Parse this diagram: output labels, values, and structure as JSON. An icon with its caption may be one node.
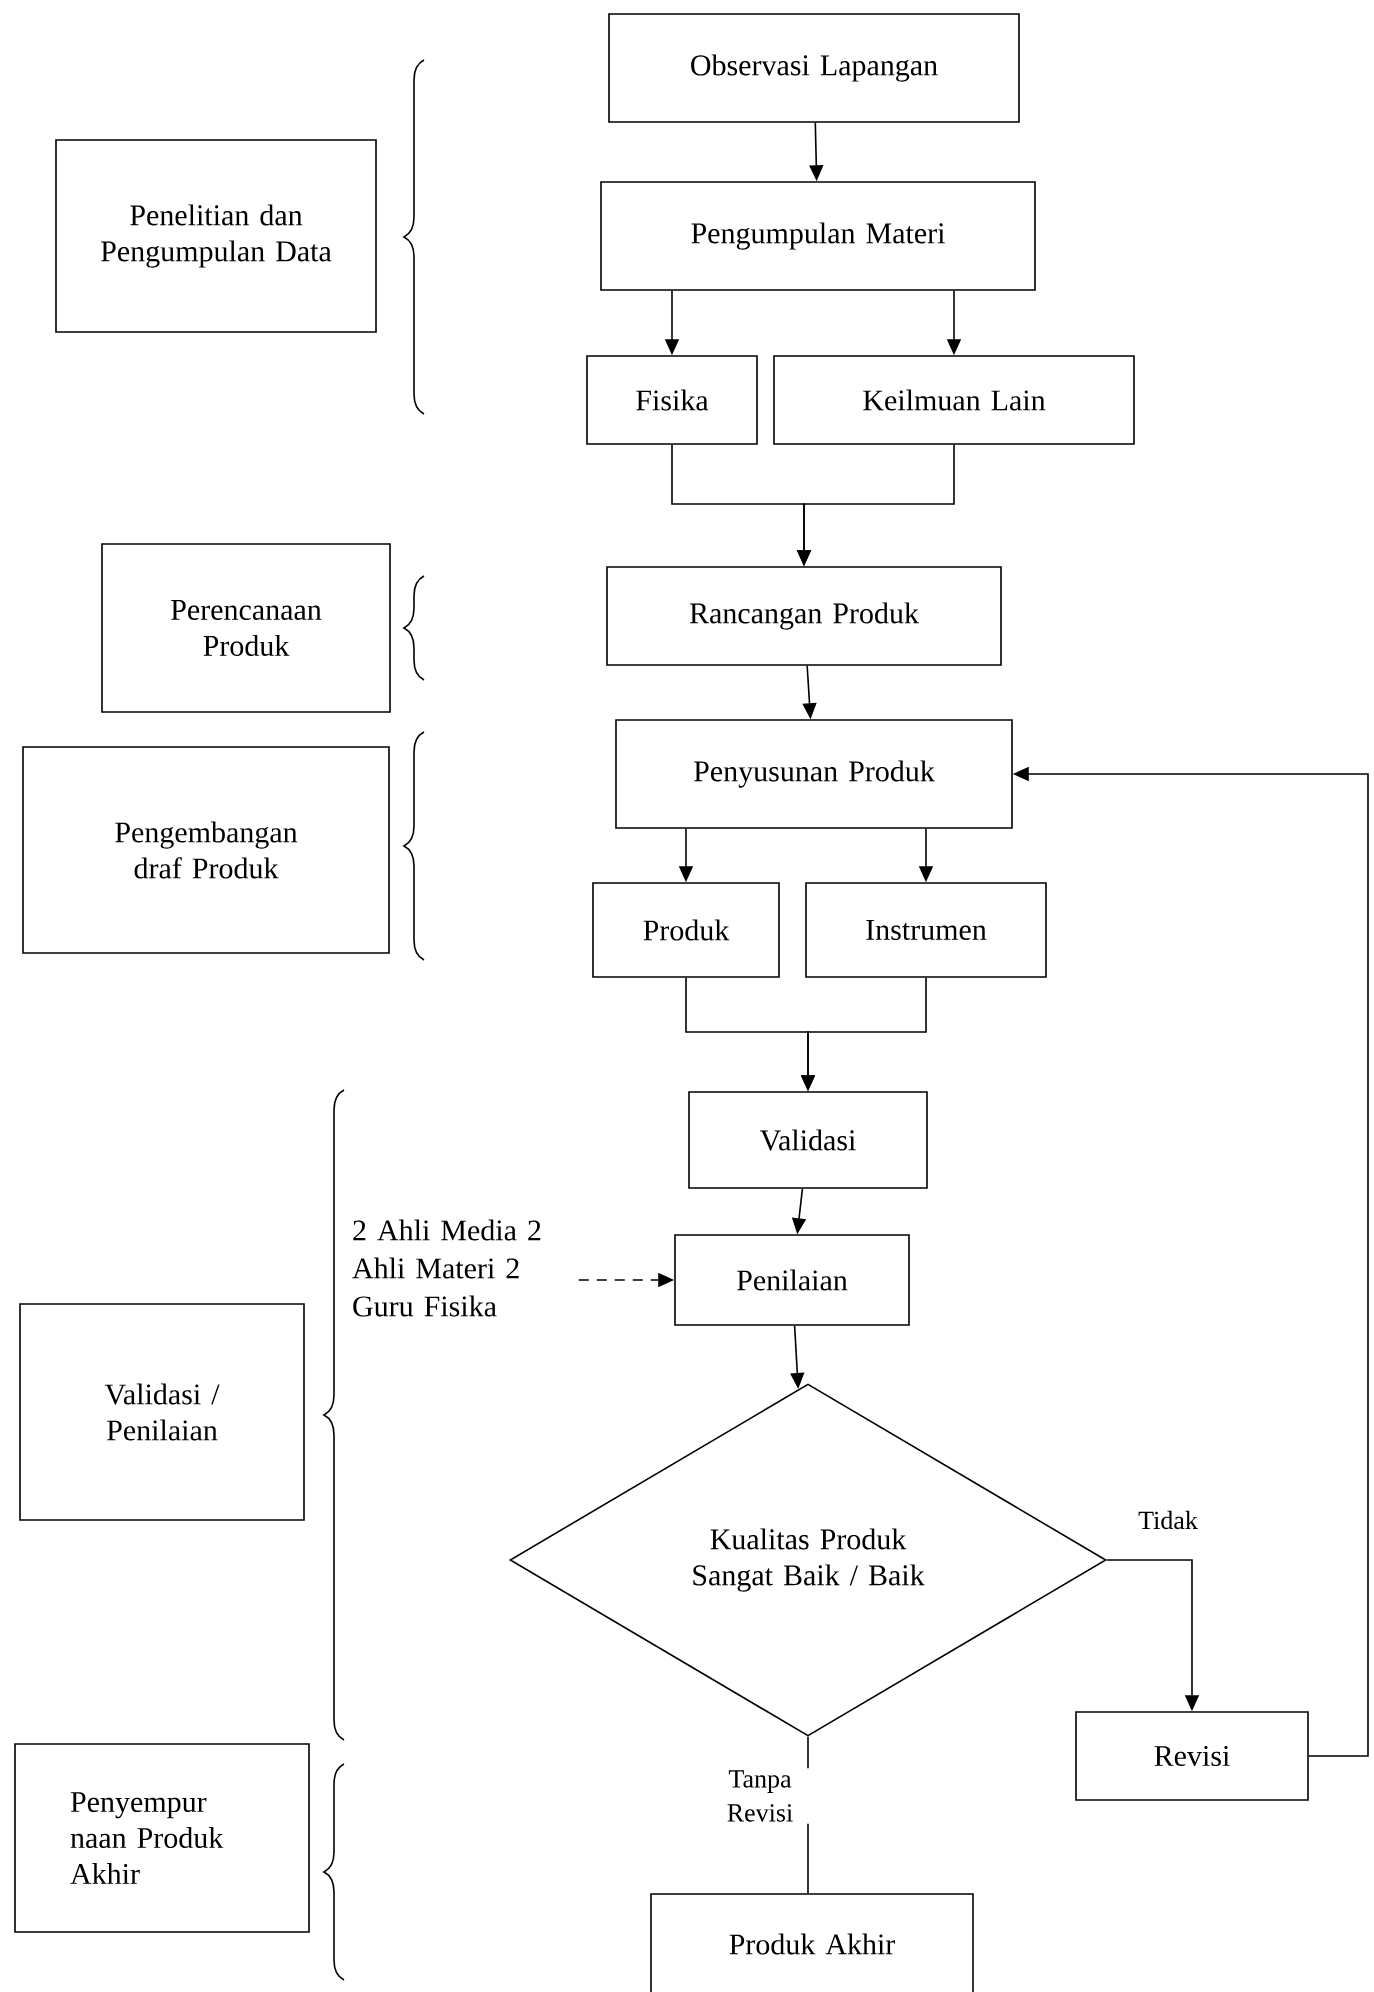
{
  "diagram": {
    "nodes": [
      {
        "text": [
          "Penelitian dan Pengumpulan Data"
        ]
      },
      {
        "text": [
          "Observasi Lapangan"
        ]
      },
      {
        "text": [
          "Pengumpulan Materi"
        ]
      },
      {
        "text": [
          "Fisika"
        ]
      },
      {
        "text": [
          "Keilmuan Lain"
        ]
      },
      {
        "text": [
          "Perencanaan Produk"
        ]
      },
      {
        "text": [
          "Rancangan Produk"
        ]
      },
      {
        "text": [
          "Pengembangan draf Produk"
        ]
      },
      {
        "text": [
          "Penyusunan Produk"
        ]
      },
      {
        "text": [
          "Produk"
        ]
      },
      {
        "text": [
          "Instrumen"
        ]
      },
      {
        "text": [
          "Validasi / Penilaian"
        ]
      },
      {
        "text": [
          "Validasi"
        ]
      },
      {
        "text": [
          "2 Ahli Media 2 Ahli Materi 2 Guru Fisika"
        ]
      },
      {
        "text": [
          "Penilaian"
        ]
      },
      {
        "text": [
          "Kualitas Produk Sangat Baik / Baik"
        ]
      },
      {
        "text": [
          "Revisi"
        ]
      },
      {
        "text": [
          "Penyempur naan Produk Akhir"
        ]
      },
      {
        "text": [
          "Produk Akhir"
        ]
      }
    ],
    "edges": [
      {
        "from": 1,
        "to": 2,
        "arrow": "to"
      },
      {
        "from": 2,
        "to": 3,
        "arrow": "to"
      },
      {
        "from": 2,
        "to": 4,
        "arrow": "to"
      },
      {
        "from": 3,
        "to": 6,
        "arrow": "to"
      },
      {
        "from": 4,
        "to": 6,
        "arrow": "to"
      },
      {
        "from": 6,
        "to": 8,
        "arrow": "to"
      },
      {
        "from": 8,
        "to": 9,
        "arrow": "to"
      },
      {
        "from": 8,
        "to": 10,
        "arrow": "to"
      },
      {
        "from": 9,
        "to": 12,
        "arrow": "to"
      },
      {
        "from": 10,
        "to": 12,
        "arrow": "to"
      },
      {
        "from": 12,
        "to": 14,
        "arrow": "to"
      },
      {
        "from": 13,
        "to": 14,
        "arrow": "to",
        "style": "dashed"
      },
      {
        "from": 14,
        "to": 15,
        "arrow": "to"
      },
      {
        "from": 15,
        "to": 16,
        "arrow": "to",
        "label": "Tidak"
      },
      {
        "from": 15,
        "to": 18,
        "arrow": "none",
        "label": "Tanpa Revisi"
      },
      {
        "from": 16,
        "to": 8,
        "arrow": "to"
      }
    ]
  }
}
